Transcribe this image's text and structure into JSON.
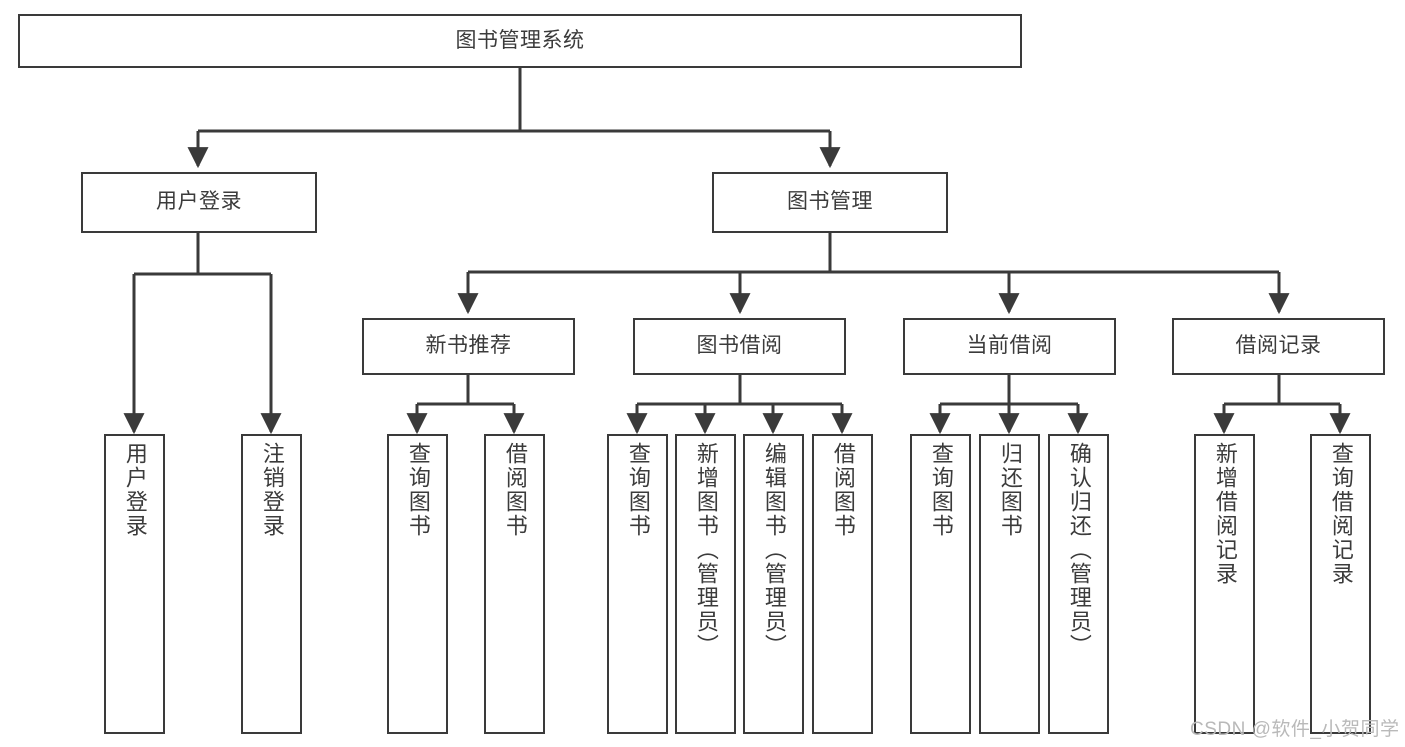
{
  "diagram": {
    "type": "tree",
    "title": "图书管理系统",
    "orientation": "top-down",
    "watermark": "CSDN @软件_小贺同学",
    "colors": {
      "border": "#3a3a3a",
      "text": "#3b3b3b",
      "background": "#ffffff",
      "edge": "#3a3a3a",
      "watermark": "#b9b9b9"
    },
    "nodes": {
      "root": {
        "label": "图书管理系统"
      },
      "level1": [
        {
          "id": "user-login",
          "label": "用户登录"
        },
        {
          "id": "book-manage",
          "label": "图书管理"
        }
      ],
      "level2": [
        {
          "id": "new-book-recommend",
          "label": "新书推荐"
        },
        {
          "id": "book-borrow",
          "label": "图书借阅"
        },
        {
          "id": "current-borrow",
          "label": "当前借阅"
        },
        {
          "id": "borrow-record",
          "label": "借阅记录"
        }
      ],
      "leaves": [
        {
          "id": "leaf-user-login",
          "label": "用户登录",
          "parent": "user-login"
        },
        {
          "id": "leaf-logout-login",
          "label": "注销登录",
          "parent": "user-login"
        },
        {
          "id": "leaf-query-book-1",
          "label": "查询图书",
          "parent": "new-book-recommend"
        },
        {
          "id": "leaf-borrow-book-1",
          "label": "借阅图书",
          "parent": "new-book-recommend"
        },
        {
          "id": "leaf-query-book-2",
          "label": "查询图书",
          "parent": "book-borrow"
        },
        {
          "id": "leaf-add-book",
          "label": "新增图书（管理员）",
          "parent": "book-borrow"
        },
        {
          "id": "leaf-edit-book",
          "label": "编辑图书（管理员）",
          "parent": "book-borrow"
        },
        {
          "id": "leaf-borrow-book-2",
          "label": "借阅图书",
          "parent": "book-borrow"
        },
        {
          "id": "leaf-query-book-3",
          "label": "查询图书",
          "parent": "current-borrow"
        },
        {
          "id": "leaf-return-book",
          "label": "归还图书",
          "parent": "current-borrow"
        },
        {
          "id": "leaf-confirm-return",
          "label": "确认归还（管理员）",
          "parent": "current-borrow"
        },
        {
          "id": "leaf-add-record",
          "label": "新增借阅记录",
          "parent": "borrow-record"
        },
        {
          "id": "leaf-query-record",
          "label": "查询借阅记录",
          "parent": "borrow-record"
        }
      ]
    }
  }
}
